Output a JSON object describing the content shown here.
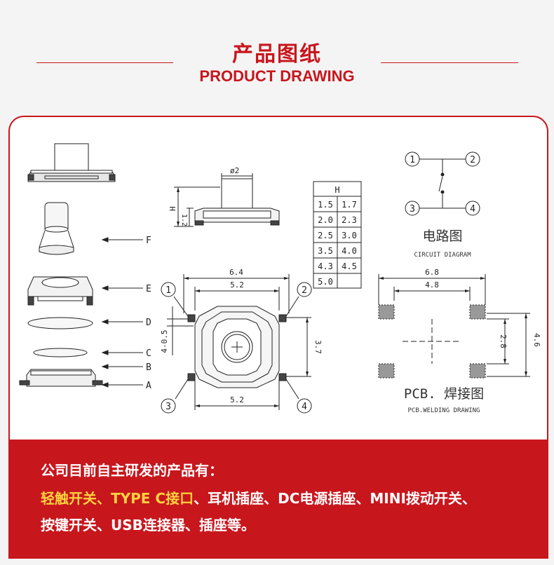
{
  "header": {
    "title_cn": "产品图纸",
    "title_en": "PRODUCT DRAWING"
  },
  "exploded": {
    "labels": [
      "F",
      "E",
      "D",
      "C",
      "B",
      "A"
    ]
  },
  "side_view": {
    "diameter_label": "ø2",
    "height_label": "H",
    "base_label": "1.2"
  },
  "h_table": {
    "header": "H",
    "rows": [
      [
        "1.5",
        "1.7"
      ],
      [
        "2.0",
        "2.3"
      ],
      [
        "2.5",
        "3.0"
      ],
      [
        "3.5",
        "4.0"
      ],
      [
        "4.3",
        "4.5"
      ],
      [
        "5.0",
        ""
      ]
    ]
  },
  "circuit": {
    "pins": [
      "1",
      "2",
      "3",
      "4"
    ],
    "title_cn": "电路图",
    "title_en": "CIRCUIT DIAGRAM"
  },
  "top_view": {
    "pins": [
      "1",
      "2",
      "3",
      "4"
    ],
    "dim_64": "6.4",
    "dim_52_top": "5.2",
    "dim_52_bottom": "5.2",
    "dim_37": "3.7",
    "dim_4_05": "4-0.5"
  },
  "pcb": {
    "dim_68": "6.8",
    "dim_48": "4.8",
    "dim_28": "2.8",
    "dim_46": "4.6",
    "title_cn": "PCB. 焊接图",
    "title_en": "PCB.WELDING DRAWING"
  },
  "footer": {
    "line1": "公司目前自主研发的产品有：",
    "hl1": "轻触开关、",
    "hl2": "TYPE C接口",
    "line2_rest": "、耳机插座、DC电源插座、MINI拨动开关、",
    "line3": "按键开关、USB连接器、插座等。"
  },
  "colors": {
    "brand": "#c8161d",
    "highlight": "#ffd23d"
  }
}
